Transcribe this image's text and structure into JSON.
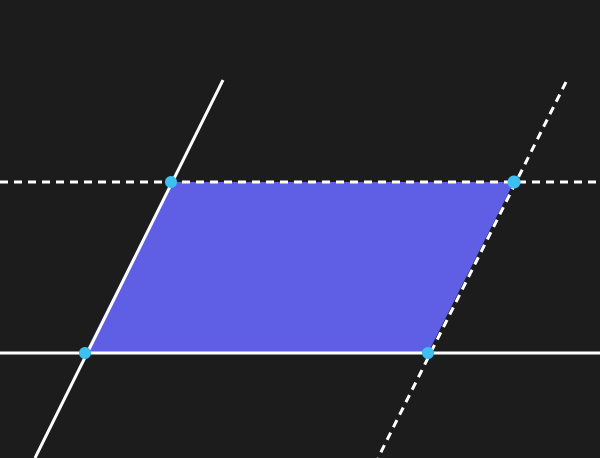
{
  "colors": {
    "background": "#1c1c1c",
    "parallelogram_fill": "#5f5fe6",
    "line_color": "#ffffff",
    "vertex_color": "#3dbff0"
  },
  "diagram": {
    "shape": "parallelogram",
    "lines": [
      {
        "id": "bottom-line",
        "style": "solid"
      },
      {
        "id": "top-line",
        "style": "dashed"
      },
      {
        "id": "left-line",
        "style": "solid"
      },
      {
        "id": "right-line",
        "style": "dashed"
      }
    ],
    "vertices": [
      "top-left",
      "top-right",
      "bottom-right",
      "bottom-left"
    ]
  }
}
